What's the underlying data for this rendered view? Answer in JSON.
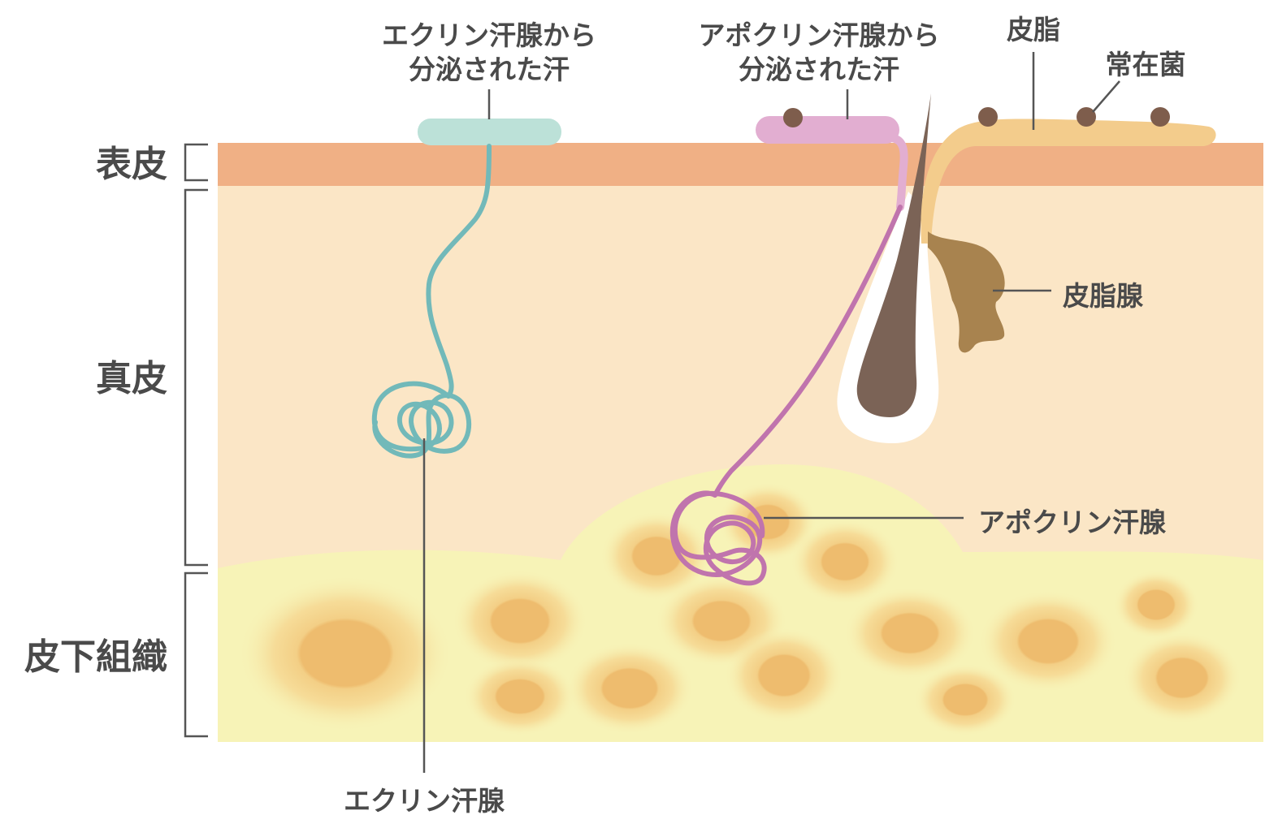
{
  "layers": {
    "epidermis": "表皮",
    "dermis": "真皮",
    "subcutaneous": "皮下組織"
  },
  "labels": {
    "eccrine_sweat_line1": "エクリン汗腺から",
    "eccrine_sweat_line2": "分泌された汗",
    "apocrine_sweat_line1": "アポクリン汗腺から",
    "apocrine_sweat_line2": "分泌された汗",
    "sebum": "皮脂",
    "resident_bacteria": "常在菌",
    "sebaceous_gland": "皮脂腺",
    "apocrine_gland": "アポクリン汗腺",
    "eccrine_gland": "エクリン汗腺"
  },
  "colors": {
    "epidermis": "#f0b085",
    "dermis": "#fbe6c6",
    "subcutaneous": "#f7f3b7",
    "fat_cell_core": "#eebc6e",
    "eccrine": "#72b9b9",
    "eccrine_sweat": "#bce1d8",
    "apocrine": "#c074ad",
    "apocrine_sweat": "#e2aed1",
    "sebum": "#f3cc8c",
    "sebaceous_gland": "#a8834f",
    "hair": "#7b6356",
    "bacteria": "#7e5d4c",
    "text": "#4a4a4a"
  }
}
